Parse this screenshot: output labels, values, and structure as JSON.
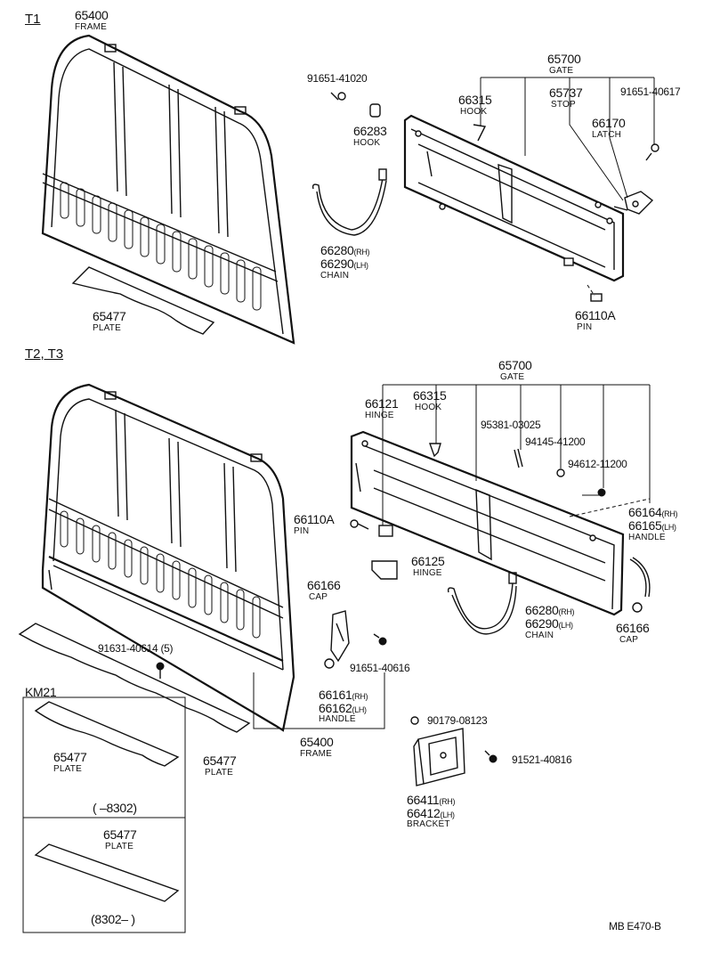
{
  "sections": {
    "t1": "T1",
    "t2t3": "T2, T3",
    "km21": "KM21"
  },
  "parts": {
    "t1_frame": {
      "number": "65400",
      "desc": "FRAME"
    },
    "t1_plate": {
      "number": "65477",
      "desc": "PLATE"
    },
    "t1_bolt": {
      "number": "91651-41020"
    },
    "t1_hook66283": {
      "number": "66283",
      "desc": "HOOK"
    },
    "t1_chain": {
      "number_rh": "66280",
      "suffix_rh": "(RH)",
      "number_lh": "66290",
      "suffix_lh": "(LH)",
      "desc": "CHAIN"
    },
    "t1_gate": {
      "number": "65700",
      "desc": "GATE"
    },
    "t1_hook66315": {
      "number": "66315",
      "desc": "HOOK"
    },
    "t1_stop": {
      "number": "65737",
      "desc": "STOP"
    },
    "t1_bolt2": {
      "number": "91651-40617"
    },
    "t1_latch": {
      "number": "66170",
      "desc": "LATCH"
    },
    "t1_pin": {
      "number": "66110A",
      "desc": "PIN"
    },
    "t2_gate": {
      "number": "65700",
      "desc": "GATE"
    },
    "t2_hinge66121": {
      "number": "66121",
      "desc": "HINGE"
    },
    "t2_hook66315": {
      "number": "66315",
      "desc": "HOOK"
    },
    "t2_p95381": {
      "number": "95381-03025"
    },
    "t2_p94145": {
      "number": "94145-41200"
    },
    "t2_p94612": {
      "number": "94612-11200"
    },
    "t2_handle_r": {
      "number_rh": "66164",
      "suffix_rh": "(RH)",
      "number_lh": "66165",
      "suffix_lh": "(LH)",
      "desc": "HANDLE"
    },
    "t2_pin": {
      "number": "66110A",
      "desc": "PIN"
    },
    "t2_hinge66125": {
      "number": "66125",
      "desc": "HINGE"
    },
    "t2_cap_l": {
      "number": "66166",
      "desc": "CAP"
    },
    "t2_chain": {
      "number_rh": "66280",
      "suffix_rh": "(RH)",
      "number_lh": "66290",
      "suffix_lh": "(LH)",
      "desc": "CHAIN"
    },
    "t2_cap_r": {
      "number": "66166",
      "desc": "CAP"
    },
    "t2_p91631": {
      "number": "91631-40614 (5)"
    },
    "t2_p91651": {
      "number": "91651-40616"
    },
    "t2_handle_l": {
      "number_rh": "66161",
      "suffix_rh": "(RH)",
      "number_lh": "66162",
      "suffix_lh": "(LH)",
      "desc": "HANDLE"
    },
    "t2_frame": {
      "number": "65400",
      "desc": "FRAME"
    },
    "t2_p90179": {
      "number": "90179-08123"
    },
    "t2_p91521": {
      "number": "91521-40816"
    },
    "t2_bracket": {
      "number_rh": "66411",
      "suffix_rh": "(RH)",
      "number_lh": "66412",
      "suffix_lh": "(LH)",
      "desc": "BRACKET"
    },
    "t2_plate": {
      "number": "65477",
      "desc": "PLATE"
    },
    "km_plate1": {
      "number": "65477",
      "desc": "PLATE",
      "range": "(      –8302)"
    },
    "km_plate2": {
      "number": "65477",
      "desc": "PLATE",
      "range": "(8302–      )"
    }
  },
  "footer": {
    "code": "MB  E470-B"
  }
}
